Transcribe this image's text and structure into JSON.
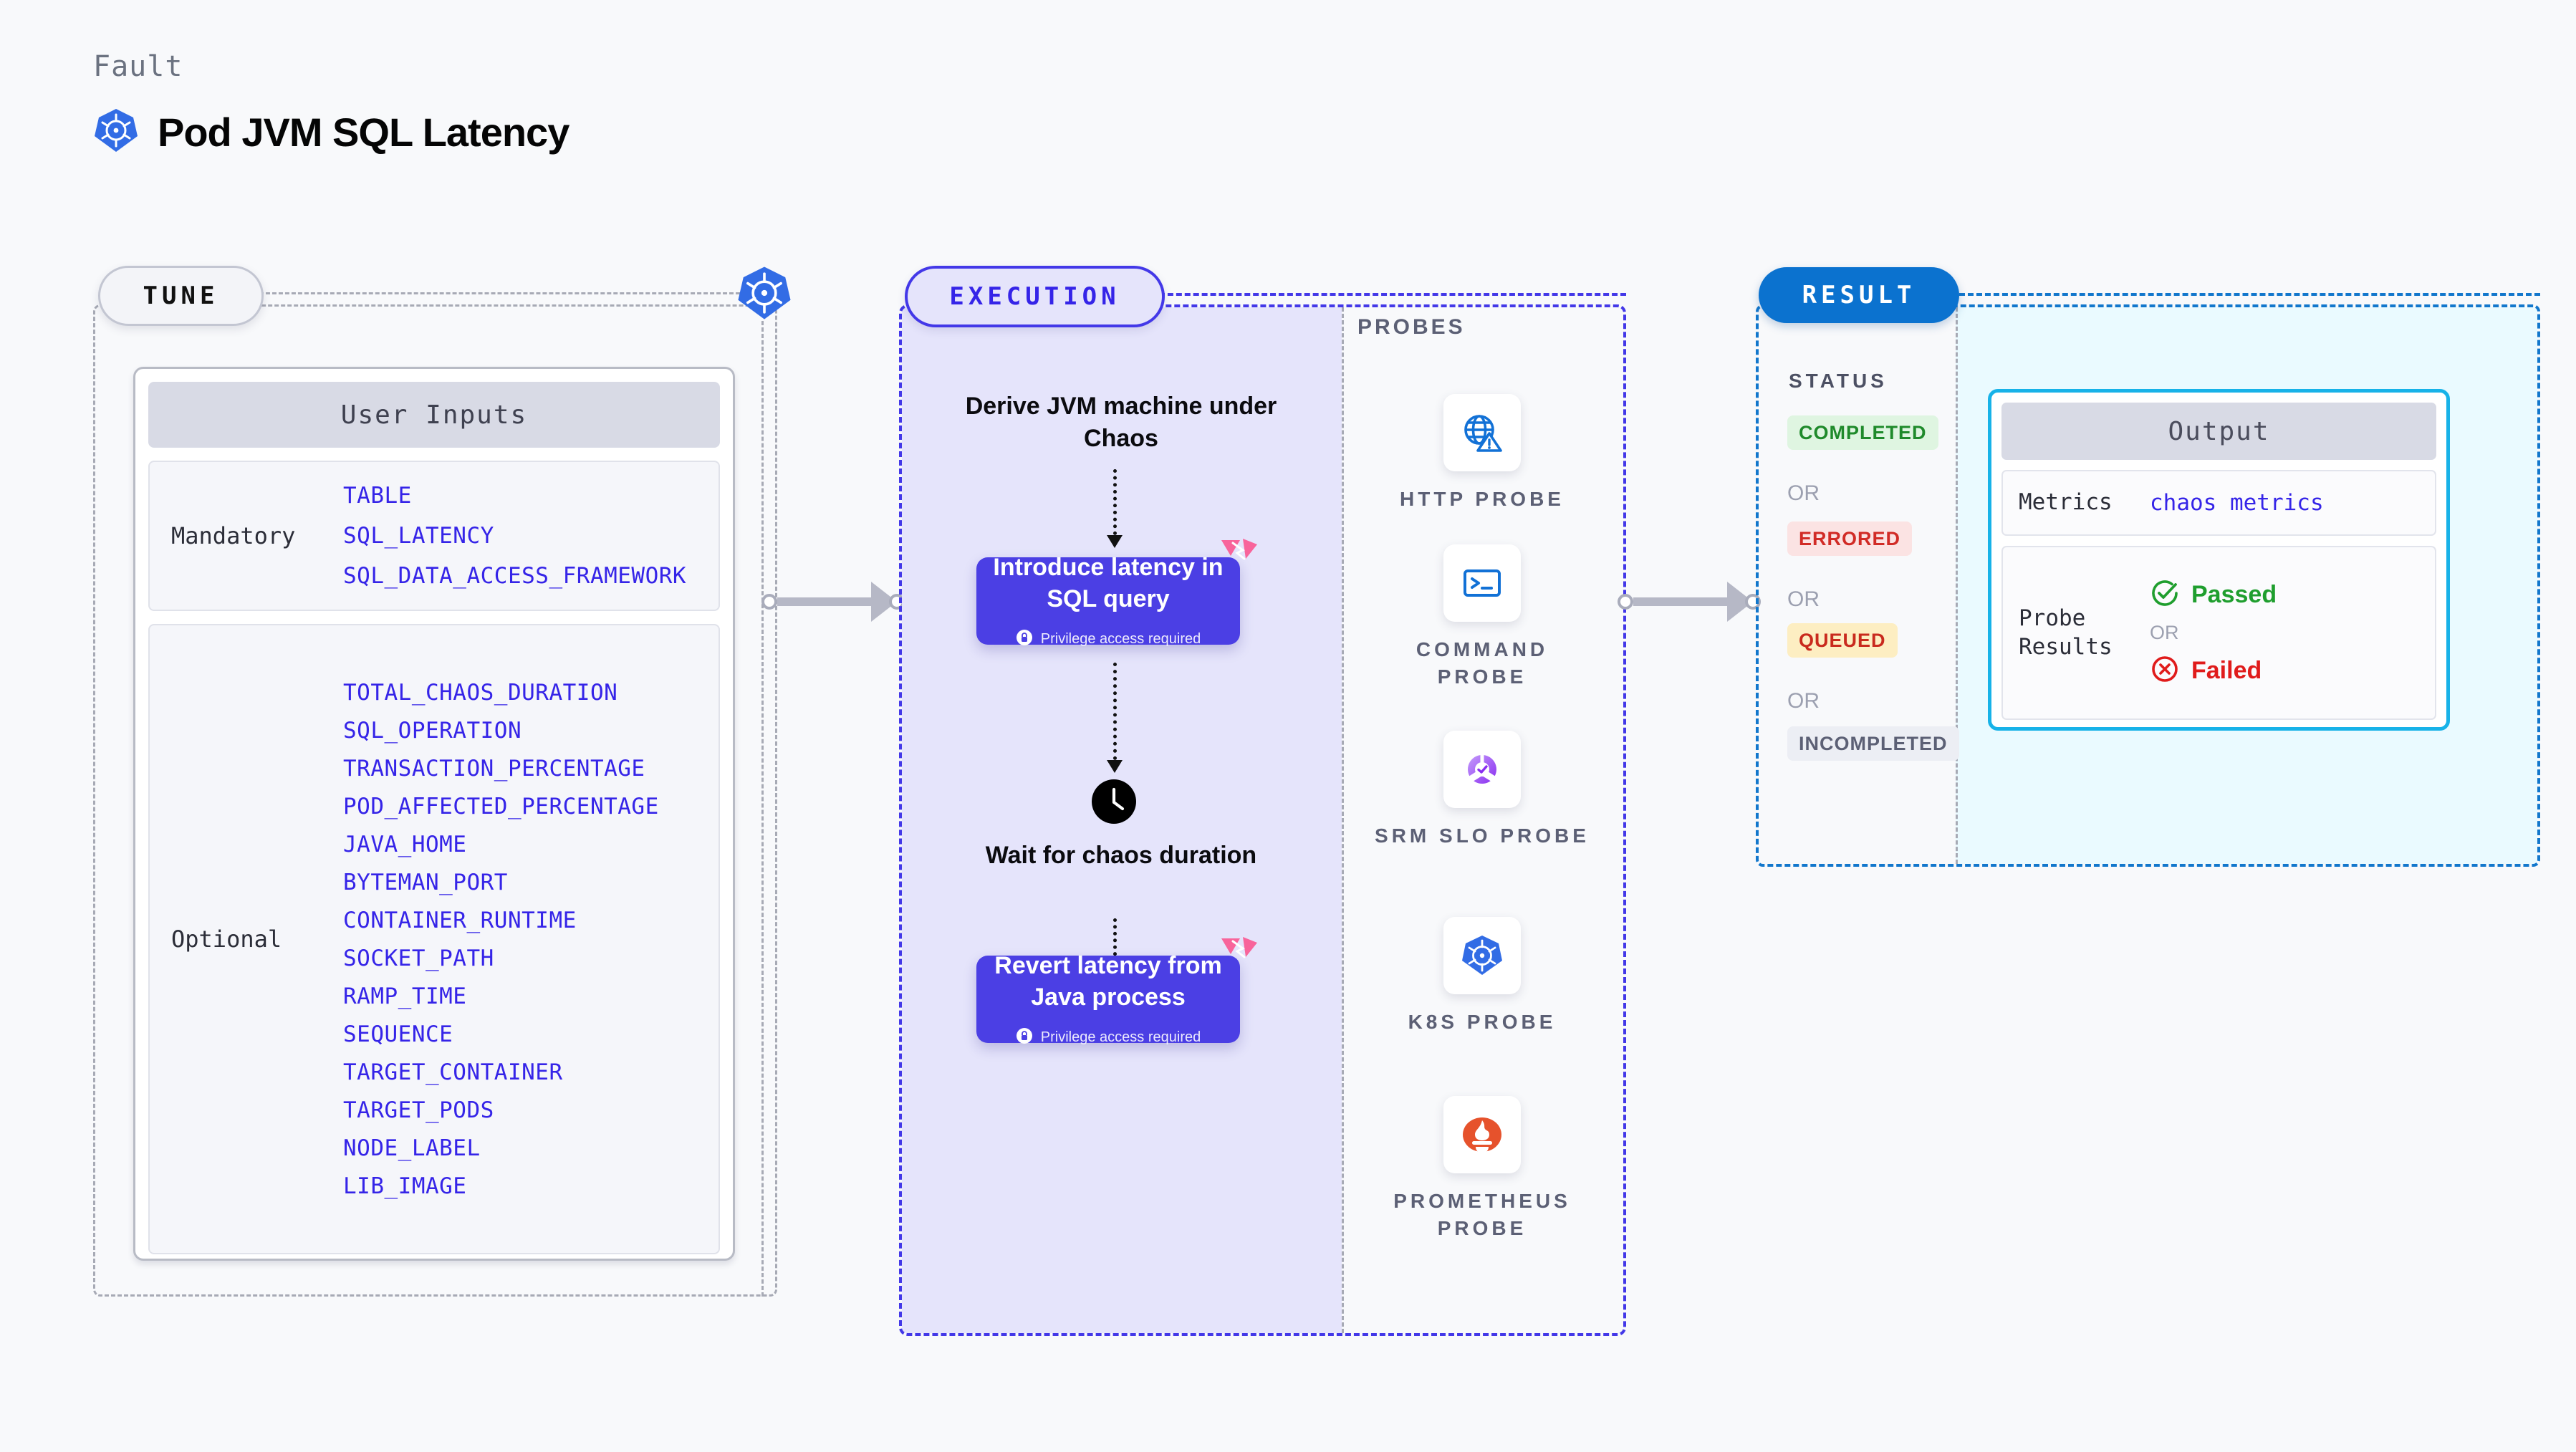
{
  "header": {
    "kicker": "Fault",
    "title": "Pod JVM SQL Latency",
    "icon": "kubernetes-icon"
  },
  "tune": {
    "pill_label": "TUNE",
    "boundary_icon": "kubernetes-icon",
    "card_title": "User Inputs",
    "groups": [
      {
        "label": "Mandatory",
        "params": [
          "TABLE",
          "SQL_LATENCY",
          "SQL_DATA_ACCESS_FRAMEWORK"
        ]
      },
      {
        "label": "Optional",
        "params": [
          "TOTAL_CHAOS_DURATION",
          "SQL_OPERATION",
          "TRANSACTION_PERCENTAGE",
          "POD_AFFECTED_PERCENTAGE",
          "JAVA_HOME",
          "BYTEMAN_PORT",
          "CONTAINER_RUNTIME",
          "SOCKET_PATH",
          "RAMP_TIME",
          "SEQUENCE",
          "TARGET_CONTAINER",
          "TARGET_PODS",
          "NODE_LABEL",
          "LIB_IMAGE"
        ]
      }
    ]
  },
  "execution": {
    "pill_label": "EXECUTION",
    "step_derive": "Derive JVM machine under Chaos",
    "card_introduce": {
      "title": "Introduce latency in SQL query",
      "privilege_note": "Privilege access required",
      "lock_icon": "lock-icon",
      "corner_badge_icon": "harness-badge-icon"
    },
    "step_wait": "Wait for chaos duration",
    "wait_icon": "clock-icon",
    "card_revert": {
      "title": "Revert latency from Java process",
      "privilege_note": "Privilege access required",
      "lock_icon": "lock-icon",
      "corner_badge_icon": "harness-badge-icon"
    }
  },
  "probes": {
    "section_label": "PROBES",
    "items": [
      {
        "name": "HTTP PROBE",
        "icon": "globe-warning-icon"
      },
      {
        "name": "COMMAND PROBE",
        "icon": "terminal-icon"
      },
      {
        "name": "SRM SLO PROBE",
        "icon": "srm-slo-icon"
      },
      {
        "name": "K8S PROBE",
        "icon": "kubernetes-icon"
      },
      {
        "name": "PROMETHEUS PROBE",
        "icon": "prometheus-icon"
      }
    ]
  },
  "result": {
    "pill_label": "RESULT",
    "status_label": "STATUS",
    "or_label": "OR",
    "statuses": [
      {
        "label": "COMPLETED",
        "bg": "#dff5e1",
        "fg": "#1f8a2b"
      },
      {
        "label": "ERRORED",
        "bg": "#fbe3e3",
        "fg": "#d12b26"
      },
      {
        "label": "QUEUED",
        "bg": "#fdeec2",
        "fg": "#c92a1e"
      },
      {
        "label": "INCOMPLETED",
        "bg": "#eceef4",
        "fg": "#5c6075"
      }
    ],
    "output": {
      "title": "Output",
      "metrics_key": "Metrics",
      "metrics_value": "chaos metrics",
      "probe_results_key": "Probe Results",
      "passed_label": "Passed",
      "failed_label": "Failed",
      "or_label": "OR",
      "passed_icon": "check-circle-icon",
      "failed_icon": "x-circle-icon"
    }
  },
  "colors": {
    "brand_purple": "#4b3fe4",
    "param_blue": "#3524e8",
    "result_blue": "#0b72cf",
    "output_cyan": "#17b2e8",
    "k8s_blue": "#326ce5",
    "badge_pink": "#f8649b"
  }
}
